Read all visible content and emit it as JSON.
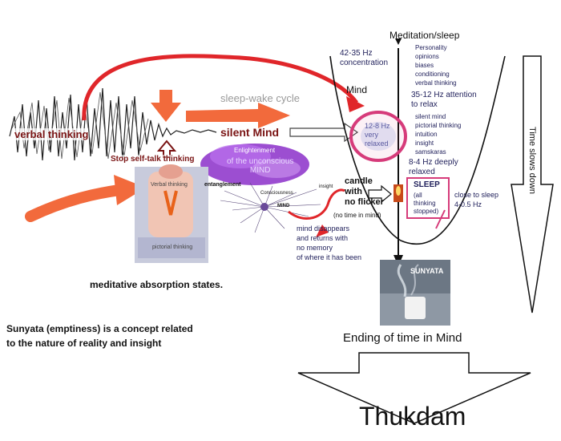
{
  "labels": {
    "meditation_sleep": "Meditation/sleep",
    "hz_42_35": "42-35 Hz\nconcentration",
    "traits": "Personality\nopinions\nbiases\nconditioning\nverbal thinking",
    "mind": "Mind",
    "hz_35_12": "35-12 Hz attention\nto relax",
    "mind_states": "silent mind\npictorial thinking\nintuition\ninsight\nsamskaras",
    "hz_12_8": "12-8 Hz\nvery\nrelaxed",
    "hz_8_4": "8-4 Hz deeply\nrelaxed",
    "candle": "candle\nwith\nno flicker",
    "no_time": "(no time in mind)",
    "sleep_title": "SLEEP",
    "sleep_sub": "(all\nthinking\nstopped)",
    "close_to_sleep": "close to sleep\n4-0.5 Hz",
    "time_slows_down": "Time slows down",
    "sleep_wake_cycle": "sleep-wake cycle",
    "verbal_thinking": "verbal thinking",
    "silent_mind": "silent Mind",
    "stop_self_talk": "Stop self-talk thinking",
    "enlightenment": "Enlightenment",
    "unconscious_mind": "of the unconscious\nMIND",
    "entanglement": "entanglement",
    "insight": "insight",
    "consciousness": "Consciousness",
    "mind_small": "MIND",
    "verbal_thinking_small": "Verbal thinking",
    "pictorial_thinking_small": "pictorial thinking",
    "mind_disappears": "mind disappears\nand returns with\nno memory\nof where it has been",
    "sunyata": "SUNYATA",
    "meditative_absorption": "meditative absorption states.",
    "sunyata_desc": "Sunyata (emptiness) is a concept related\nto the nature of reality and insight",
    "ending_of_time": "Ending of time in Mind",
    "thukdam": "Thukdam"
  },
  "colors": {
    "navy_text": "#1f1f5a",
    "red": "#e0262a",
    "orange": "#f26a3c",
    "purple": "#8b2fc9",
    "dark_red_text": "#7a1414",
    "magenta": "#d63b7a"
  }
}
